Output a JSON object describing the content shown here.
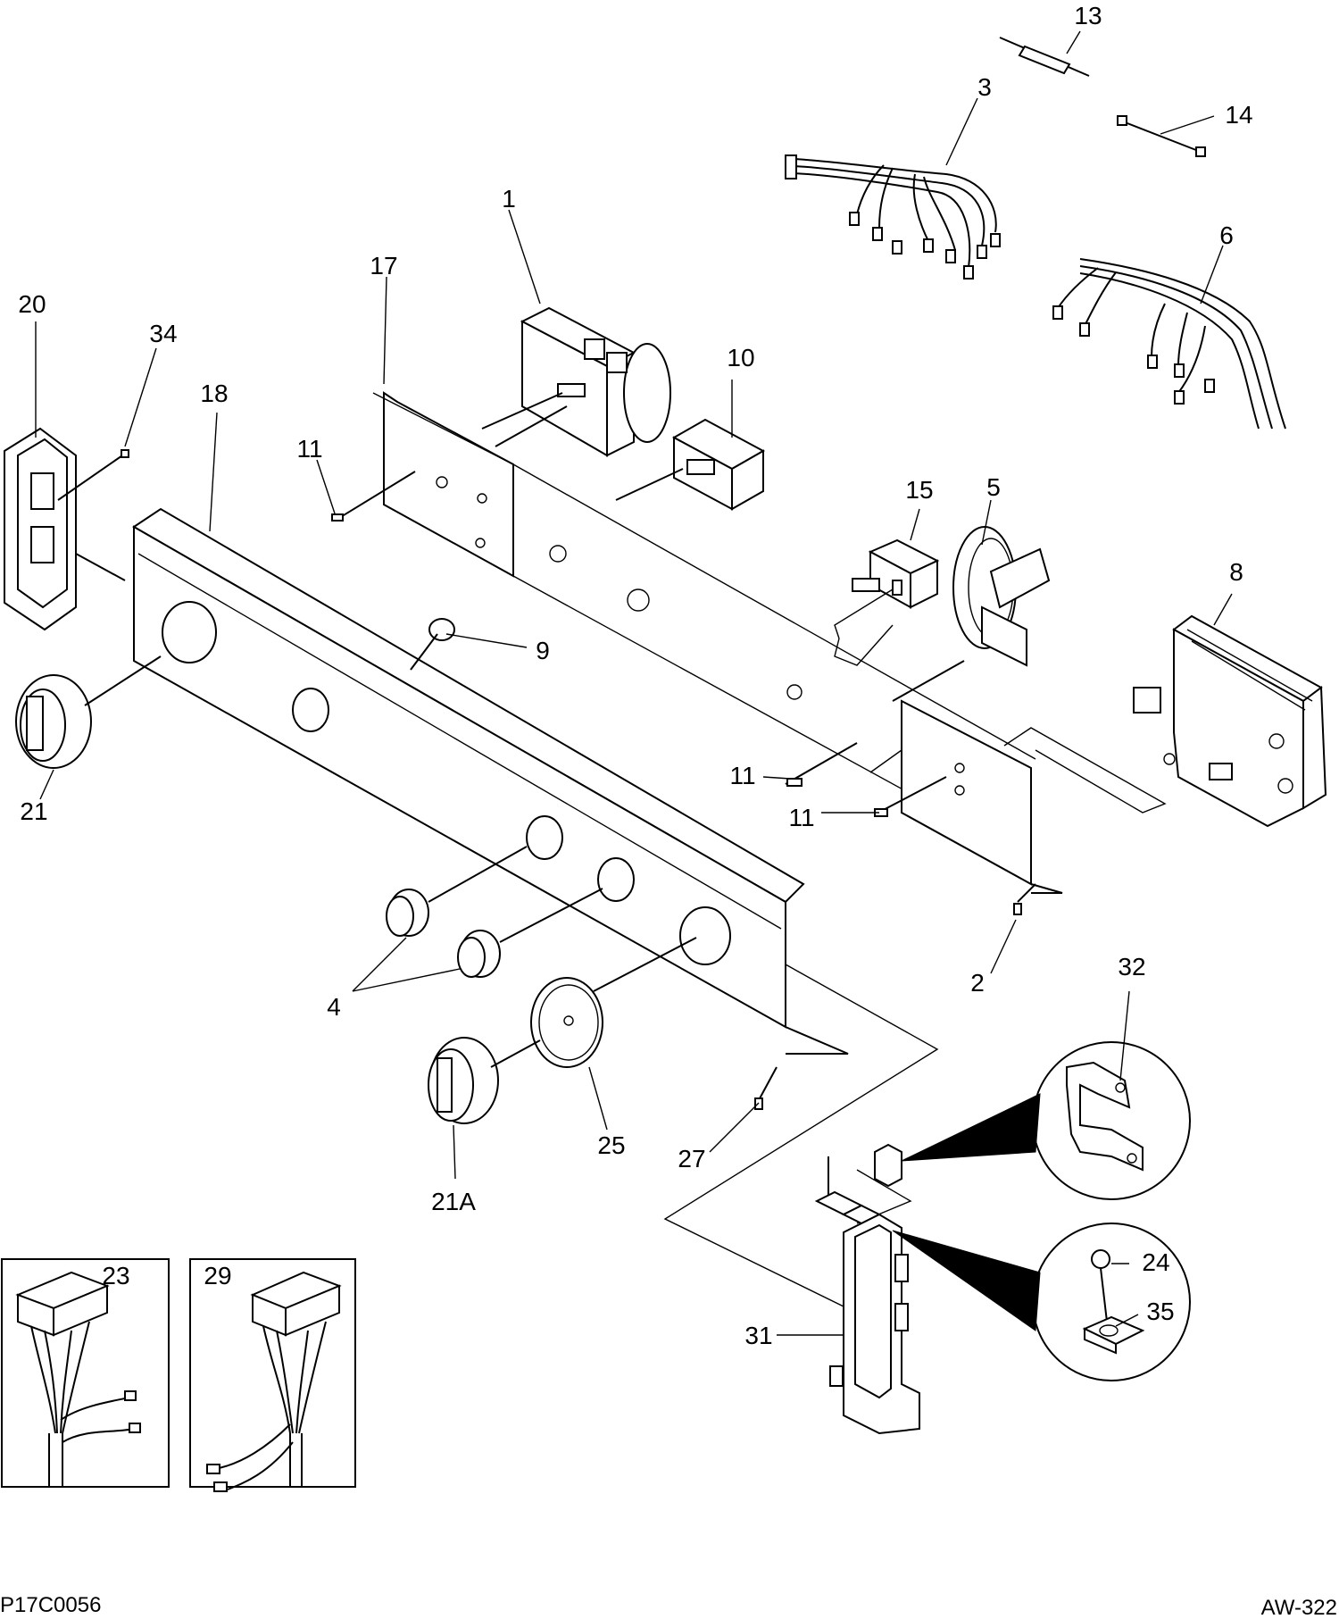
{
  "callouts": [
    {
      "id": "c1",
      "text": "1"
    },
    {
      "id": "c2",
      "text": "2"
    },
    {
      "id": "c3",
      "text": "3"
    },
    {
      "id": "c4",
      "text": "4"
    },
    {
      "id": "c5",
      "text": "5"
    },
    {
      "id": "c6",
      "text": "6"
    },
    {
      "id": "c8",
      "text": "8"
    },
    {
      "id": "c9",
      "text": "9"
    },
    {
      "id": "c10",
      "text": "10"
    },
    {
      "id": "c11a",
      "text": "11"
    },
    {
      "id": "c11b",
      "text": "11"
    },
    {
      "id": "c11c",
      "text": "11"
    },
    {
      "id": "c13",
      "text": "13"
    },
    {
      "id": "c14",
      "text": "14"
    },
    {
      "id": "c15",
      "text": "15"
    },
    {
      "id": "c17",
      "text": "17"
    },
    {
      "id": "c18",
      "text": "18"
    },
    {
      "id": "c20",
      "text": "20"
    },
    {
      "id": "c21",
      "text": "21"
    },
    {
      "id": "c21A",
      "text": "21A"
    },
    {
      "id": "c23",
      "text": "23"
    },
    {
      "id": "c24",
      "text": "24"
    },
    {
      "id": "c25",
      "text": "25"
    },
    {
      "id": "c27",
      "text": "27"
    },
    {
      "id": "c29",
      "text": "29"
    },
    {
      "id": "c31",
      "text": "31"
    },
    {
      "id": "c32",
      "text": "32"
    },
    {
      "id": "c34",
      "text": "34"
    },
    {
      "id": "c35",
      "text": "35"
    }
  ],
  "footer": {
    "left_code": "P17C0056",
    "right_code": "AW-322"
  }
}
